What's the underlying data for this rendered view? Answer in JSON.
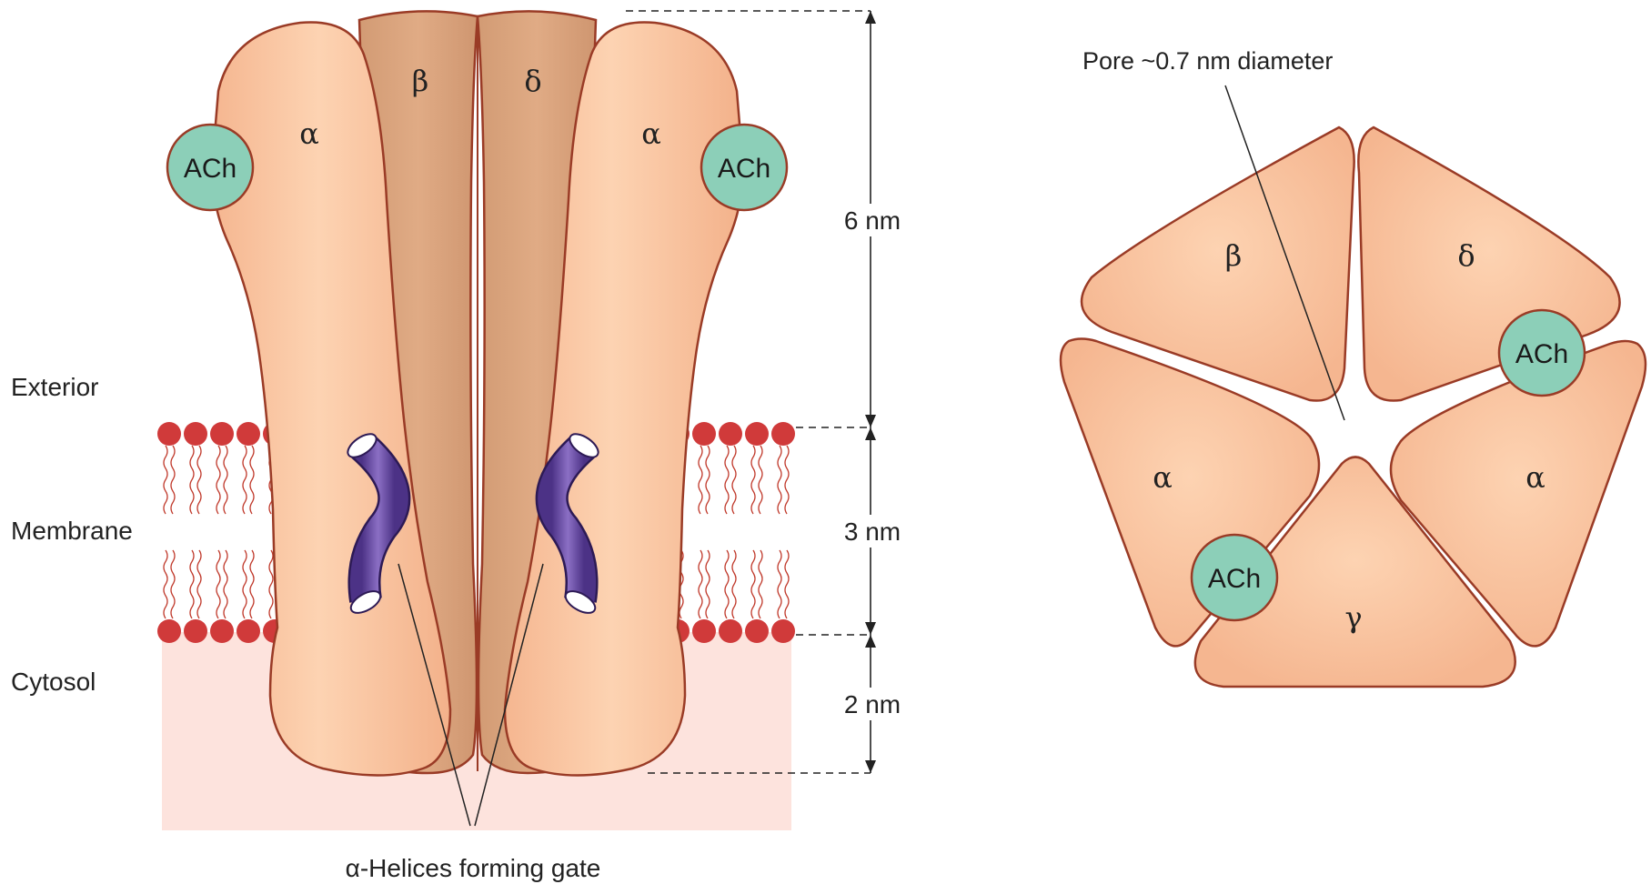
{
  "regions": {
    "exterior": "Exterior",
    "membrane": "Membrane",
    "cytosol": "Cytosol"
  },
  "side_view": {
    "subunits": {
      "alpha_left": "α",
      "beta": "β",
      "delta": "δ",
      "alpha_right": "α"
    },
    "ach_left": "ACh",
    "ach_right": "ACh",
    "helix_caption": "α-Helices forming gate"
  },
  "dimensions": {
    "top": "6 nm",
    "membrane": "3 nm",
    "bottom": "2 nm"
  },
  "top_view": {
    "pore_label": "Pore ~0.7 nm diameter",
    "subunits": {
      "beta": "β",
      "delta": "δ",
      "alpha_left": "α",
      "alpha_right": "α",
      "gamma": "γ"
    },
    "ach_right": "ACh",
    "ach_bottom": "ACh"
  },
  "colors": {
    "alpha_subunit": "#f9c49d",
    "beta_delta_subunit": "#dba47e",
    "outline": "#9a3b26",
    "ach": "#8ccfb8",
    "lipid_head": "#d03a3a",
    "cytosol": "#fde3dd",
    "helix": "#6d4fa8"
  }
}
